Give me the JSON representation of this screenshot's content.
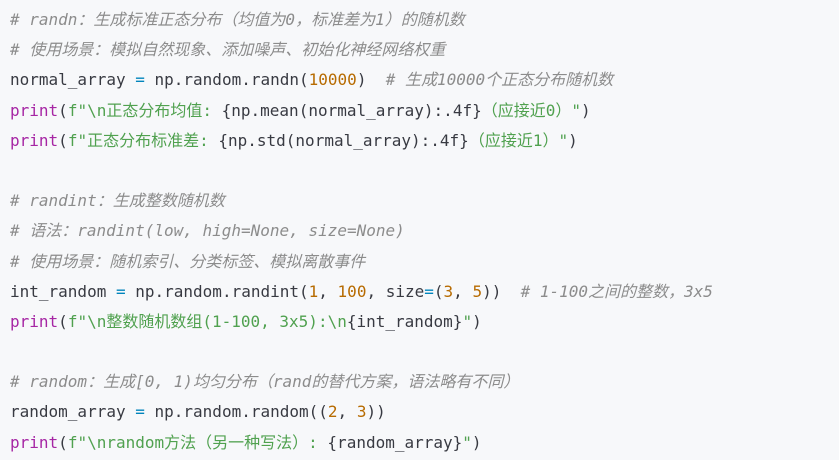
{
  "colors": {
    "background": "#f7f8fa",
    "comment": "#8c8c8c",
    "keyword_print": "#a626a4",
    "string": "#50a14f",
    "number": "#b76b01",
    "operator": "#0184bc",
    "text": "#383a42"
  },
  "lines": [
    {
      "tokens": [
        {
          "t": "comment",
          "v": "# randn：生成标准正态分布（均值为0，标准差为1）的随机数"
        }
      ]
    },
    {
      "tokens": [
        {
          "t": "comment",
          "v": "# 使用场景：模拟自然现象、添加噪声、初始化神经网络权重"
        }
      ]
    },
    {
      "tokens": [
        {
          "t": "plain",
          "v": "normal_array "
        },
        {
          "t": "op",
          "v": "="
        },
        {
          "t": "plain",
          "v": " np.random.randn("
        },
        {
          "t": "num",
          "v": "10000"
        },
        {
          "t": "plain",
          "v": ")  "
        },
        {
          "t": "comment",
          "v": "# 生成10000个正态分布随机数"
        }
      ]
    },
    {
      "tokens": [
        {
          "t": "print",
          "v": "print"
        },
        {
          "t": "plain",
          "v": "("
        },
        {
          "t": "str",
          "v": "f\"\\n正态分布均值: "
        },
        {
          "t": "plain",
          "v": "{np.mean(normal_array):.4f}"
        },
        {
          "t": "str",
          "v": "（应接近0）\""
        },
        {
          "t": "plain",
          "v": ")"
        }
      ]
    },
    {
      "tokens": [
        {
          "t": "print",
          "v": "print"
        },
        {
          "t": "plain",
          "v": "("
        },
        {
          "t": "str",
          "v": "f\"正态分布标准差: "
        },
        {
          "t": "plain",
          "v": "{np.std(normal_array):.4f}"
        },
        {
          "t": "str",
          "v": "（应接近1）\""
        },
        {
          "t": "plain",
          "v": ")"
        }
      ]
    },
    {
      "tokens": []
    },
    {
      "tokens": [
        {
          "t": "comment",
          "v": "# randint：生成整数随机数"
        }
      ]
    },
    {
      "tokens": [
        {
          "t": "comment",
          "v": "# 语法：randint(low, high=None, size=None)"
        }
      ]
    },
    {
      "tokens": [
        {
          "t": "comment",
          "v": "# 使用场景：随机索引、分类标签、模拟离散事件"
        }
      ]
    },
    {
      "tokens": [
        {
          "t": "plain",
          "v": "int_random "
        },
        {
          "t": "op",
          "v": "="
        },
        {
          "t": "plain",
          "v": " np.random.randint("
        },
        {
          "t": "num",
          "v": "1"
        },
        {
          "t": "plain",
          "v": ", "
        },
        {
          "t": "num",
          "v": "100"
        },
        {
          "t": "plain",
          "v": ", size"
        },
        {
          "t": "op",
          "v": "="
        },
        {
          "t": "plain",
          "v": "("
        },
        {
          "t": "num",
          "v": "3"
        },
        {
          "t": "plain",
          "v": ", "
        },
        {
          "t": "num",
          "v": "5"
        },
        {
          "t": "plain",
          "v": "))  "
        },
        {
          "t": "comment",
          "v": "# 1-100之间的整数，3x5"
        }
      ]
    },
    {
      "tokens": [
        {
          "t": "print",
          "v": "print"
        },
        {
          "t": "plain",
          "v": "("
        },
        {
          "t": "str",
          "v": "f\"\\n整数随机数组(1-100, 3x5):\\n"
        },
        {
          "t": "plain",
          "v": "{int_random}"
        },
        {
          "t": "str",
          "v": "\""
        },
        {
          "t": "plain",
          "v": ")"
        }
      ]
    },
    {
      "tokens": []
    },
    {
      "tokens": [
        {
          "t": "comment",
          "v": "# random：生成[0, 1)均匀分布（rand的替代方案，语法略有不同）"
        }
      ]
    },
    {
      "tokens": [
        {
          "t": "plain",
          "v": "random_array "
        },
        {
          "t": "op",
          "v": "="
        },
        {
          "t": "plain",
          "v": " np.random.random(("
        },
        {
          "t": "num",
          "v": "2"
        },
        {
          "t": "plain",
          "v": ", "
        },
        {
          "t": "num",
          "v": "3"
        },
        {
          "t": "plain",
          "v": "))"
        }
      ]
    },
    {
      "tokens": [
        {
          "t": "print",
          "v": "print"
        },
        {
          "t": "plain",
          "v": "("
        },
        {
          "t": "str",
          "v": "f\"\\nrandom方法（另一种写法）: "
        },
        {
          "t": "plain",
          "v": "{random_array}"
        },
        {
          "t": "str",
          "v": "\""
        },
        {
          "t": "plain",
          "v": ")"
        }
      ]
    }
  ]
}
